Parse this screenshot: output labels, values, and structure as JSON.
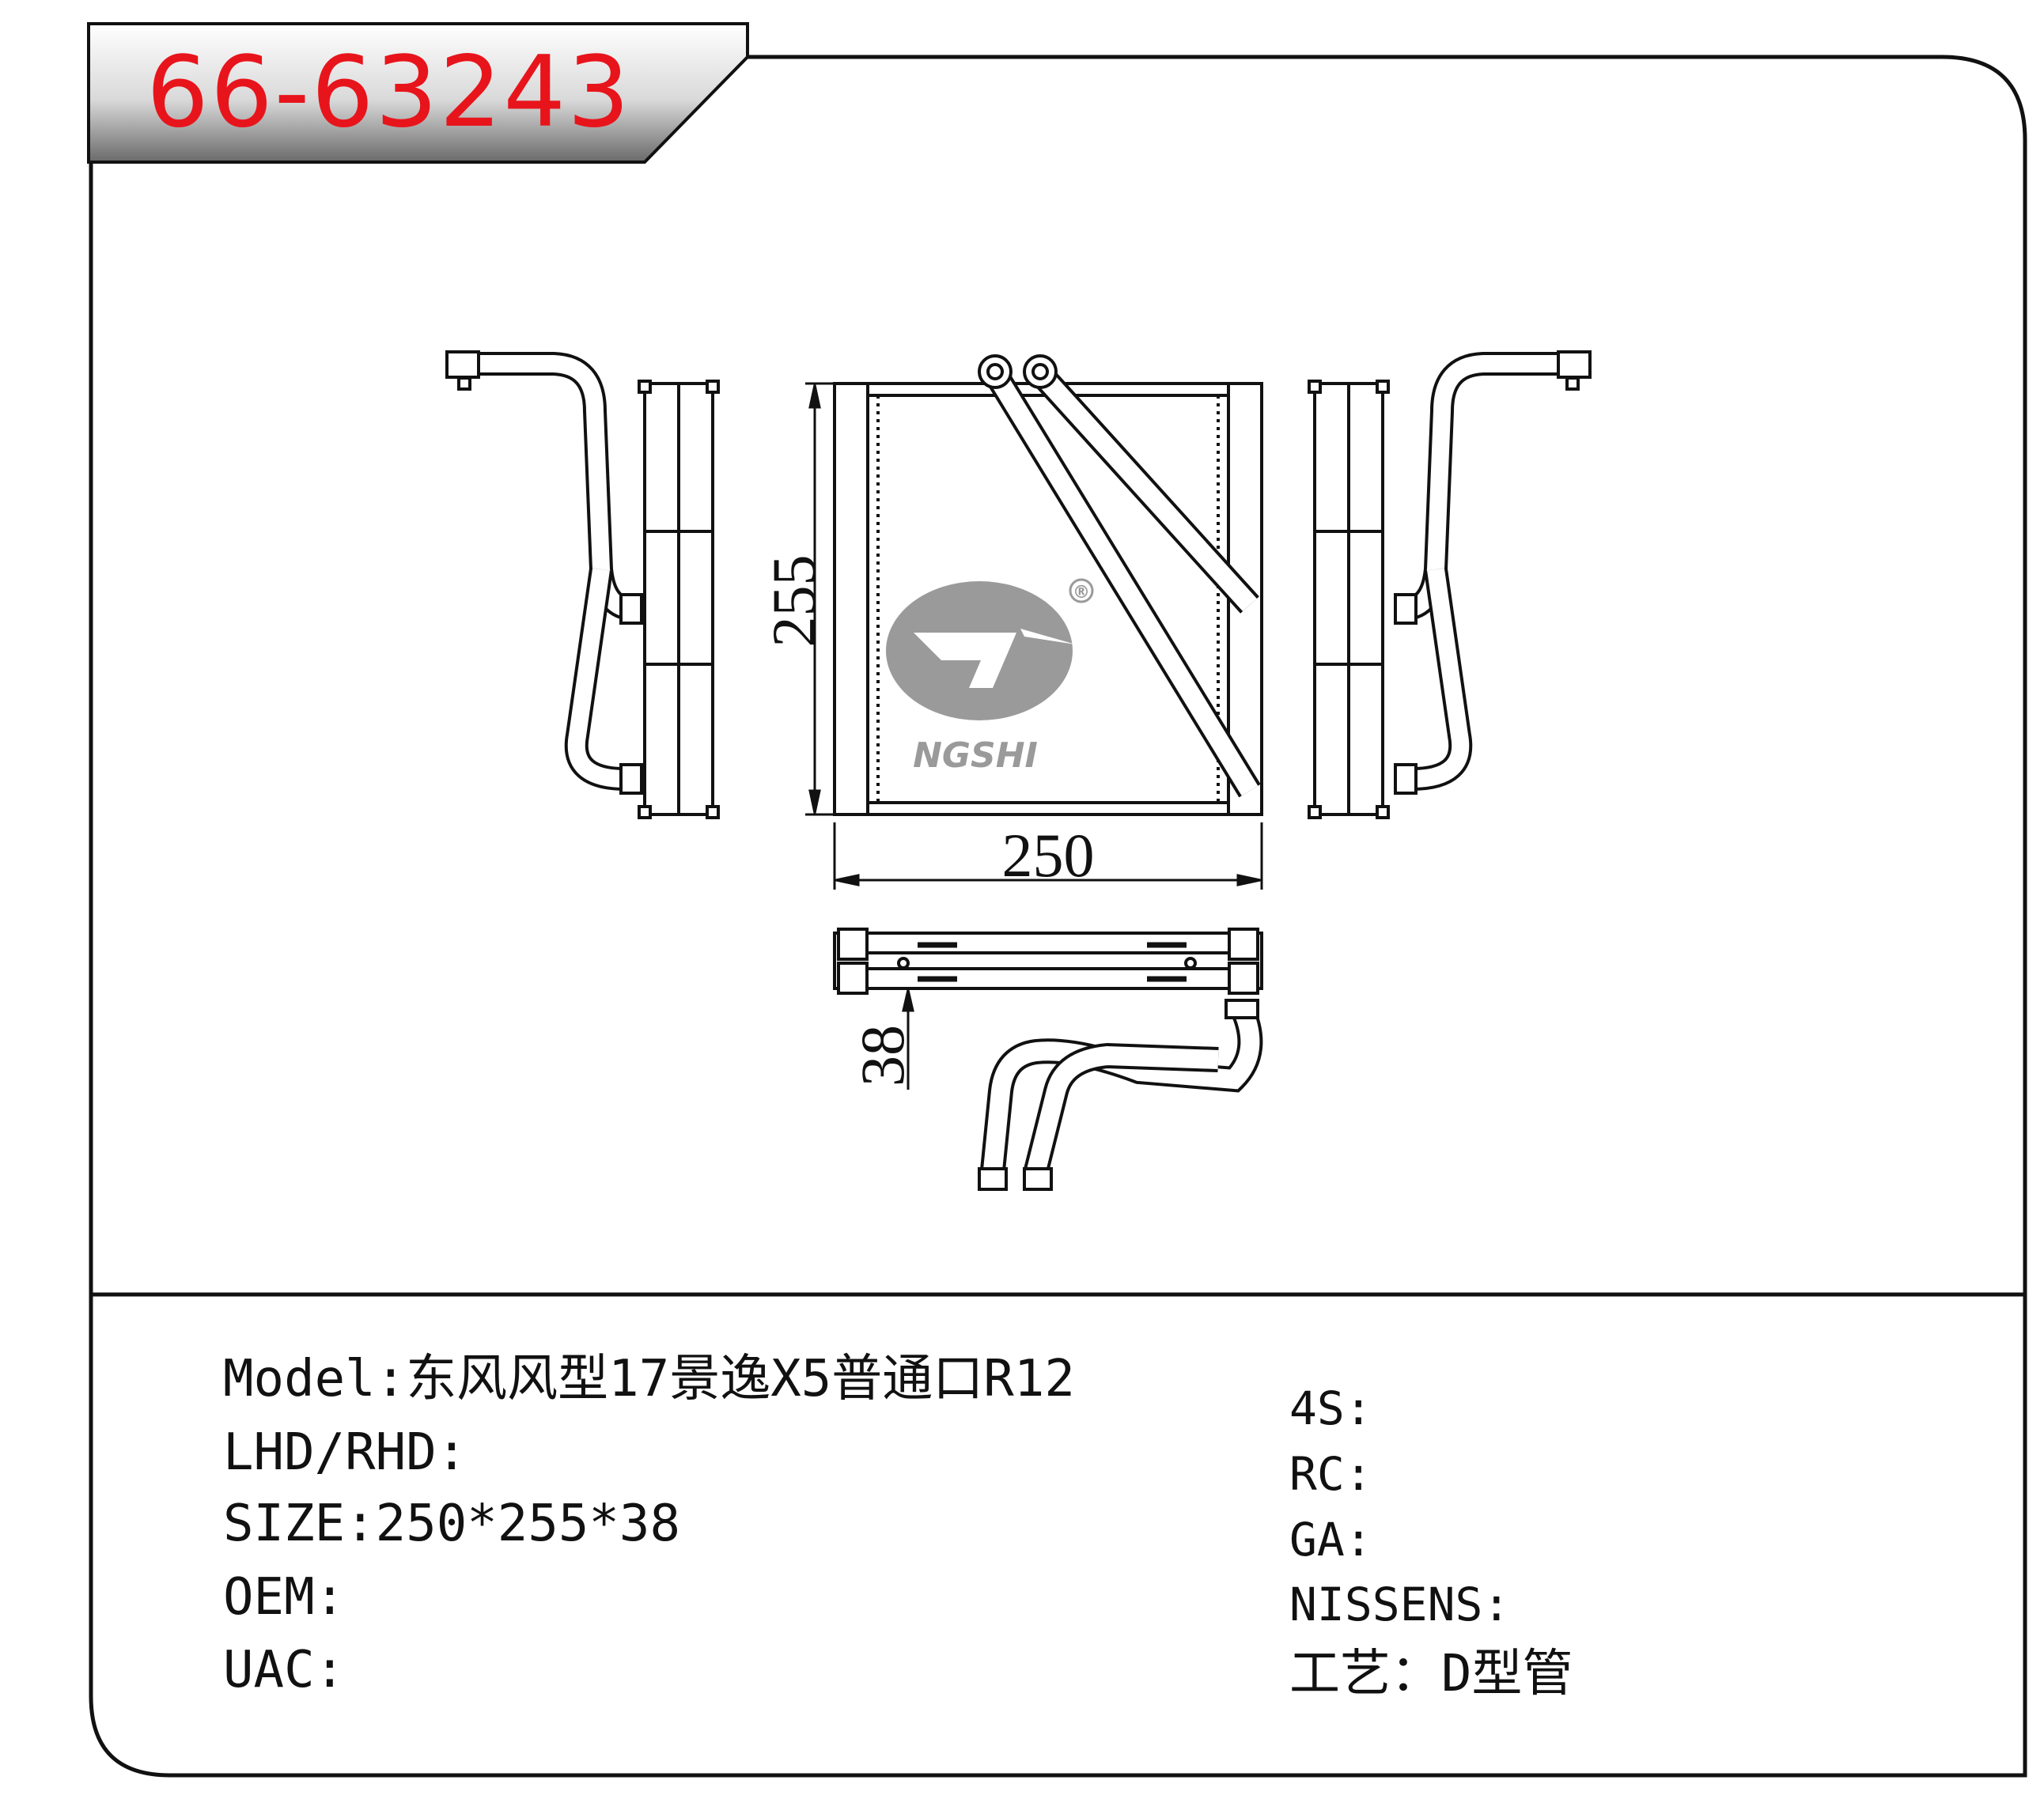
{
  "header": {
    "part_number": "66-63243"
  },
  "drawing": {
    "dim_width": "250",
    "dim_height": "255",
    "dim_depth": "38",
    "logo_text": "NGSHI",
    "logo_mark": "®"
  },
  "specs_left": [
    {
      "label": "Model:",
      "value": "东风风型17景逸X5普通口R12"
    },
    {
      "label": "LHD/RHD:",
      "value": ""
    },
    {
      "label": "SIZE:",
      "value": "250*255*38"
    },
    {
      "label": "OEM:",
      "value": ""
    },
    {
      "label": "UAC:",
      "value": ""
    }
  ],
  "specs_right": [
    {
      "label": "4S:",
      "value": ""
    },
    {
      "label": "RC:",
      "value": ""
    },
    {
      "label": "GA:",
      "value": ""
    },
    {
      "label": "NISSENS:",
      "value": ""
    },
    {
      "label": "工艺：",
      "value": "D型管"
    }
  ],
  "colors": {
    "part_number": "#e8141b",
    "line": "#111111",
    "logo": "#9a9a9a"
  }
}
